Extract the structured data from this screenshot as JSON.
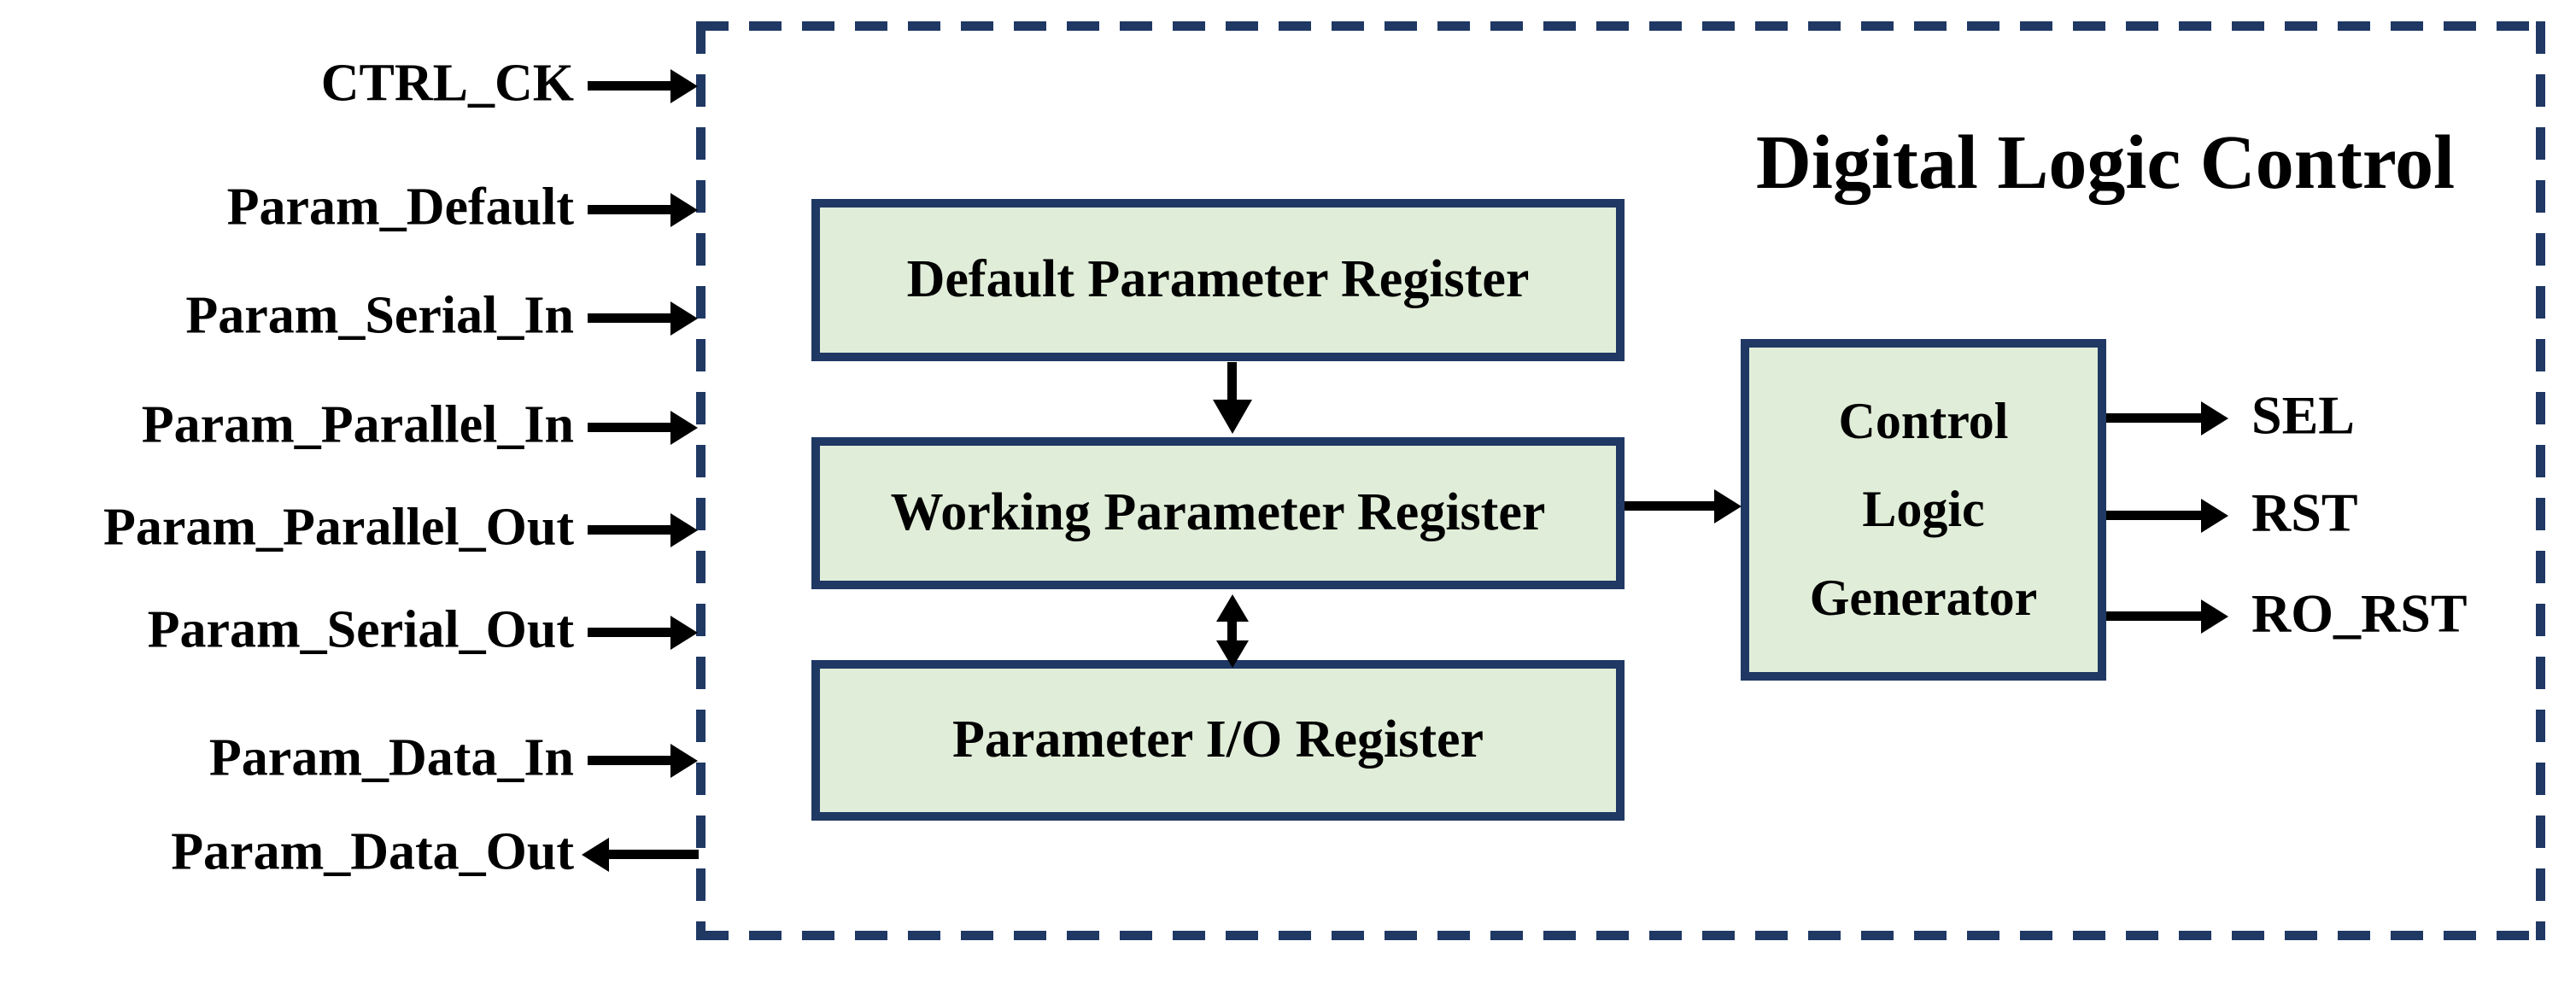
{
  "diagram": {
    "title": "Digital Logic Control",
    "colors": {
      "boundary_navy": "#1f3864",
      "block_fill_green": "#e0edd8",
      "arrow_black": "#000000",
      "text_black": "#000000",
      "background": "#ffffff"
    },
    "inputs": [
      {
        "label": "CTRL_CK",
        "direction": "in"
      },
      {
        "label": "Param_Default",
        "direction": "in"
      },
      {
        "label": "Param_Serial_In",
        "direction": "in"
      },
      {
        "label": "Param_Parallel_In",
        "direction": "in"
      },
      {
        "label": "Param_Parallel_Out",
        "direction": "in"
      },
      {
        "label": "Param_Serial_Out",
        "direction": "in"
      },
      {
        "label": "Param_Data_In",
        "direction": "in"
      },
      {
        "label": "Param_Data_Out",
        "direction": "out"
      }
    ],
    "blocks": {
      "default_register": {
        "label": "Default Parameter Register"
      },
      "working_register": {
        "label": "Working Parameter Register"
      },
      "io_register": {
        "label": "Parameter I/O Register"
      },
      "control_logic": {
        "lines": [
          "Control",
          "Logic",
          "Generator"
        ]
      }
    },
    "outputs": [
      {
        "label": "SEL"
      },
      {
        "label": "RST"
      },
      {
        "label": "RO_RST"
      }
    ]
  }
}
